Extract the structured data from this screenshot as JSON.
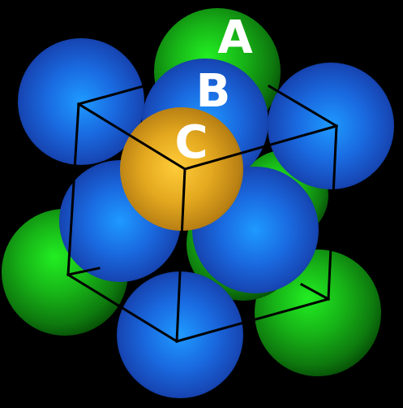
{
  "labels": {
    "layer_a": "A",
    "layer_b": "B",
    "layer_c": "C"
  },
  "colors": {
    "background": "#000000",
    "layer_a_sphere": "#1fa51f",
    "layer_b_sphere": "#1e5fd6",
    "layer_c_sphere": "#e0a020",
    "cell_edges": "#000000",
    "label_text": "#ffffff"
  }
}
